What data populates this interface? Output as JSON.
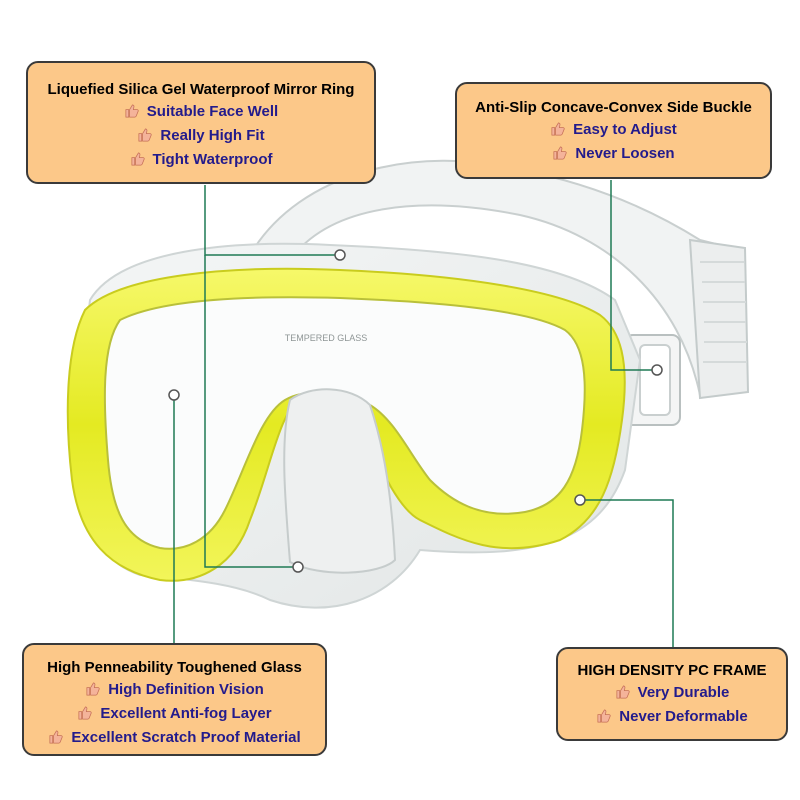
{
  "callouts": {
    "top_left": {
      "title": "Liquefied Silica Gel Waterproof Mirror Ring",
      "items": [
        "Suitable Face Well",
        "Really High Fit",
        "Tight Waterproof"
      ]
    },
    "top_right": {
      "title": "Anti-Slip Concave-Convex Side Buckle",
      "items": [
        "Easy to Adjust",
        "Never Loosen"
      ]
    },
    "bottom_left": {
      "title": "High Penneability Toughened Glass",
      "items": [
        "High Definition Vision",
        "Excellent Anti-fog Layer",
        "Excellent Scratch Proof Material"
      ]
    },
    "bottom_right": {
      "title": "HIGH DENSITY PC FRAME",
      "items": [
        "Very Durable",
        "Never Deformable"
      ]
    }
  },
  "lens_marking": "TEMPERED GLASS",
  "colors": {
    "callout_fill": "#fcc889",
    "callout_border": "#3a3a3a",
    "bullet_text": "#231b8c",
    "frame_yellow": "#eef03a",
    "leader_line": "#1f7a55"
  },
  "icons": {
    "bullet": "thumbs-up-icon"
  }
}
